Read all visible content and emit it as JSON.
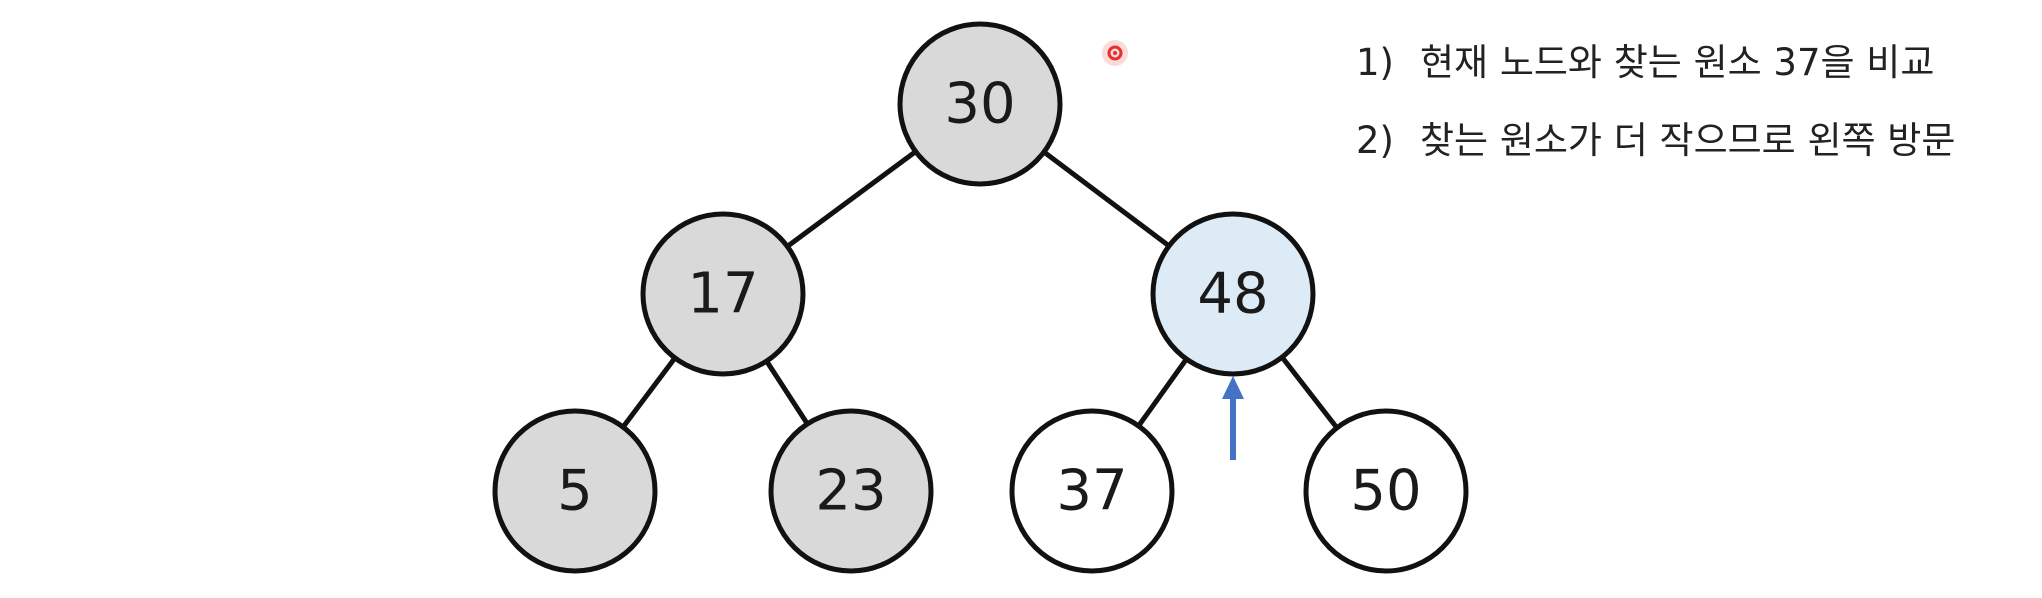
{
  "tree": {
    "nodes": [
      {
        "id": "n30",
        "label": "30",
        "state": "visited"
      },
      {
        "id": "n17",
        "label": "17",
        "state": "visited"
      },
      {
        "id": "n48",
        "label": "48",
        "state": "current"
      },
      {
        "id": "n5",
        "label": "5",
        "state": "visited"
      },
      {
        "id": "n23",
        "label": "23",
        "state": "visited"
      },
      {
        "id": "n37",
        "label": "37",
        "state": "unvisited"
      },
      {
        "id": "n50",
        "label": "50",
        "state": "unvisited"
      }
    ],
    "edges": [
      [
        "n30",
        "n17"
      ],
      [
        "n30",
        "n48"
      ],
      [
        "n17",
        "n5"
      ],
      [
        "n17",
        "n23"
      ],
      [
        "n48",
        "n37"
      ],
      [
        "n48",
        "n50"
      ]
    ]
  },
  "colors": {
    "visited_fill": "#d9d9d9",
    "current_fill": "#ddebf7",
    "unvisited_fill": "#ffffff",
    "stroke": "#111111",
    "arrow": "#4472c4",
    "pointer": "#e8302a"
  },
  "steps": [
    {
      "number": "1)",
      "text": "현재 노드와 찾는 원소 37을 비교"
    },
    {
      "number": "2)",
      "text": "찾는 원소가 더 작으므로 왼쪽 방문"
    }
  ]
}
